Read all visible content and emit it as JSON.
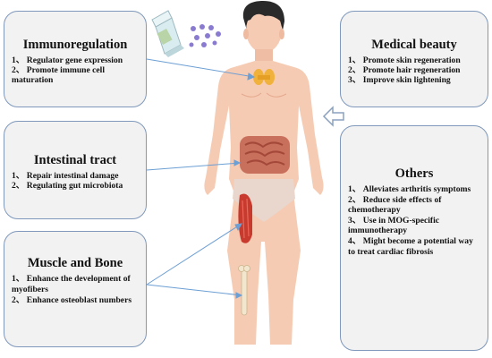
{
  "boxes": {
    "immunoregulation": {
      "title": "Immunoregulation",
      "items": [
        "1、 Regulator gene expression",
        "2、 Promote immune cell maturation"
      ]
    },
    "intestinal": {
      "title": "Intestinal tract",
      "items": [
        "1、 Repair intestinal damage",
        "2、 Regulating gut microbiota"
      ]
    },
    "muscle": {
      "title": "Muscle and Bone",
      "items": [
        "1、  Enhance the development of myofibers",
        "2、 Enhance osteoblast numbers"
      ]
    },
    "medical": {
      "title": "Medical beauty",
      "items": [
        "1、 Promote skin regeneration",
        "2、 Promote hair regeneration",
        "3、 Improve skin lightening"
      ]
    },
    "others": {
      "title": "Others",
      "items": [
        "1、 Alleviates arthritis symptoms",
        "2、 Reduce side effects of chemotherapy",
        "3、 Use in MOG-specific immunotherapy",
        "4、 Might become a potential way to treat cardiac fibrosis"
      ]
    }
  },
  "colors": {
    "skin": "#f6cbb3",
    "box_border": "#7f98bb",
    "box_fill": "#f2f2f2",
    "arrow": "#6c9fd4"
  }
}
